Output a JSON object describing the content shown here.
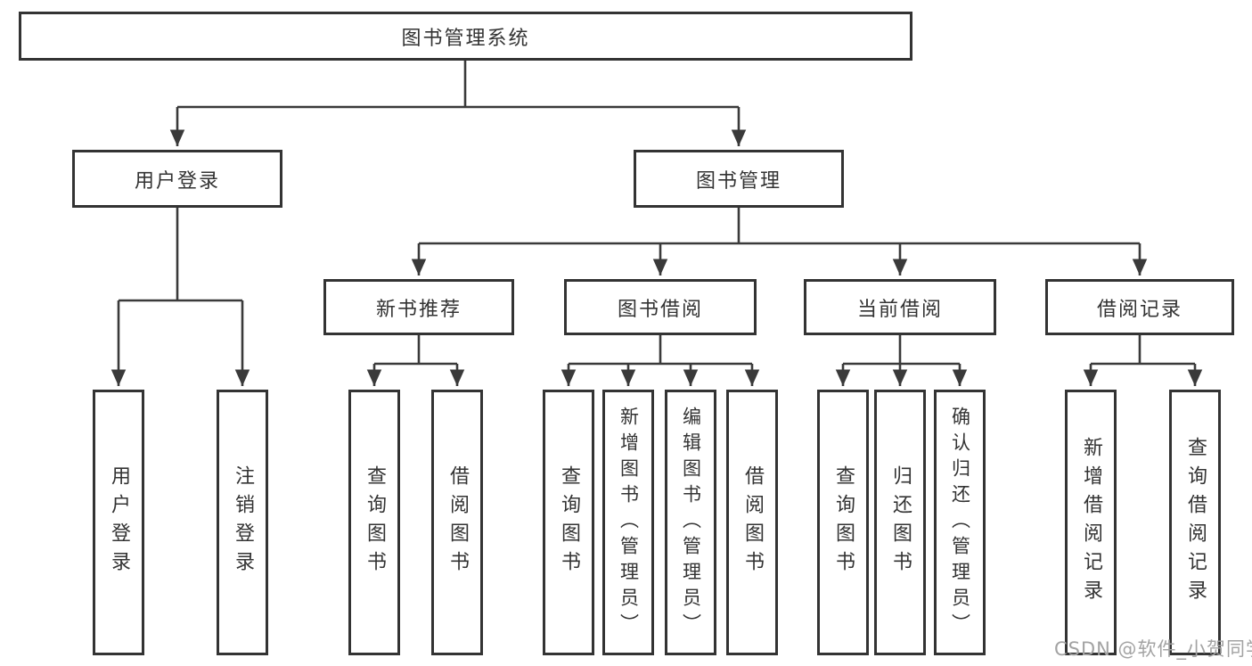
{
  "diagram_title": "图书管理系统",
  "colors": {
    "line": "#3a3a3a",
    "border": "#333333",
    "text": "#333333",
    "background": "#ffffff",
    "watermark": "#a3a3a3"
  },
  "nodes": {
    "root": "图书管理系统",
    "user_login": "用户登录",
    "book_mgmt": "图书管理",
    "new_book_rec": "新书推荐",
    "book_borrow": "图书借阅",
    "current_borrow": "当前借阅",
    "borrow_record": "借阅记录",
    "leaf_user_login": "用户登录",
    "leaf_logout": "注销登录",
    "leaf_nb_query": "查询图书",
    "leaf_nb_borrow": "借阅图书",
    "leaf_bb_query": "查询图书",
    "leaf_bb_add": "新增图书（管理员）",
    "leaf_bb_edit": "编辑图书（管理员）",
    "leaf_bb_borrow": "借阅图书",
    "leaf_cb_query": "查询图书",
    "leaf_cb_return": "归还图书",
    "leaf_cb_confirm": "确认归还（管理员）",
    "leaf_br_add": "新增借阅记录",
    "leaf_br_query": "查询借阅记录"
  },
  "watermark": "CSDN @软件_小贺同学"
}
